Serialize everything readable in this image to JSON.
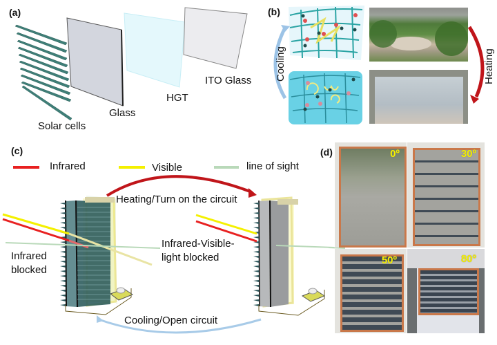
{
  "panel_a": {
    "label": "(a)",
    "layers": [
      "Solar cells",
      "Glass",
      "HGT",
      "ITO Glass"
    ]
  },
  "panel_b": {
    "label": "(b)",
    "cooling_label": "Cooling",
    "heating_label": "Heating"
  },
  "panel_c": {
    "label": "(c)",
    "legend": [
      {
        "name": "Infrared",
        "color": "#e82020"
      },
      {
        "name": "Visible",
        "color": "#f4f000"
      },
      {
        "name": "line of sight",
        "color": "#b9d9b9"
      }
    ],
    "heating_text": "Heating/Turn on the circuit",
    "cooling_text": "Cooling/Open circuit",
    "left_note": [
      "Infrared",
      "blocked"
    ],
    "right_note": [
      "Infrared-Visible-",
      "light blocked"
    ]
  },
  "panel_d": {
    "label": "(d)",
    "angles": [
      "0º",
      "30º",
      "50º",
      "80º"
    ]
  },
  "colors": {
    "cell": "#3f7f78",
    "heating_arrow": "#c0151a",
    "cooling_arrow": "#9cc3e6",
    "hydrogel": "#4fc9e0",
    "copper": "#c9784a"
  }
}
